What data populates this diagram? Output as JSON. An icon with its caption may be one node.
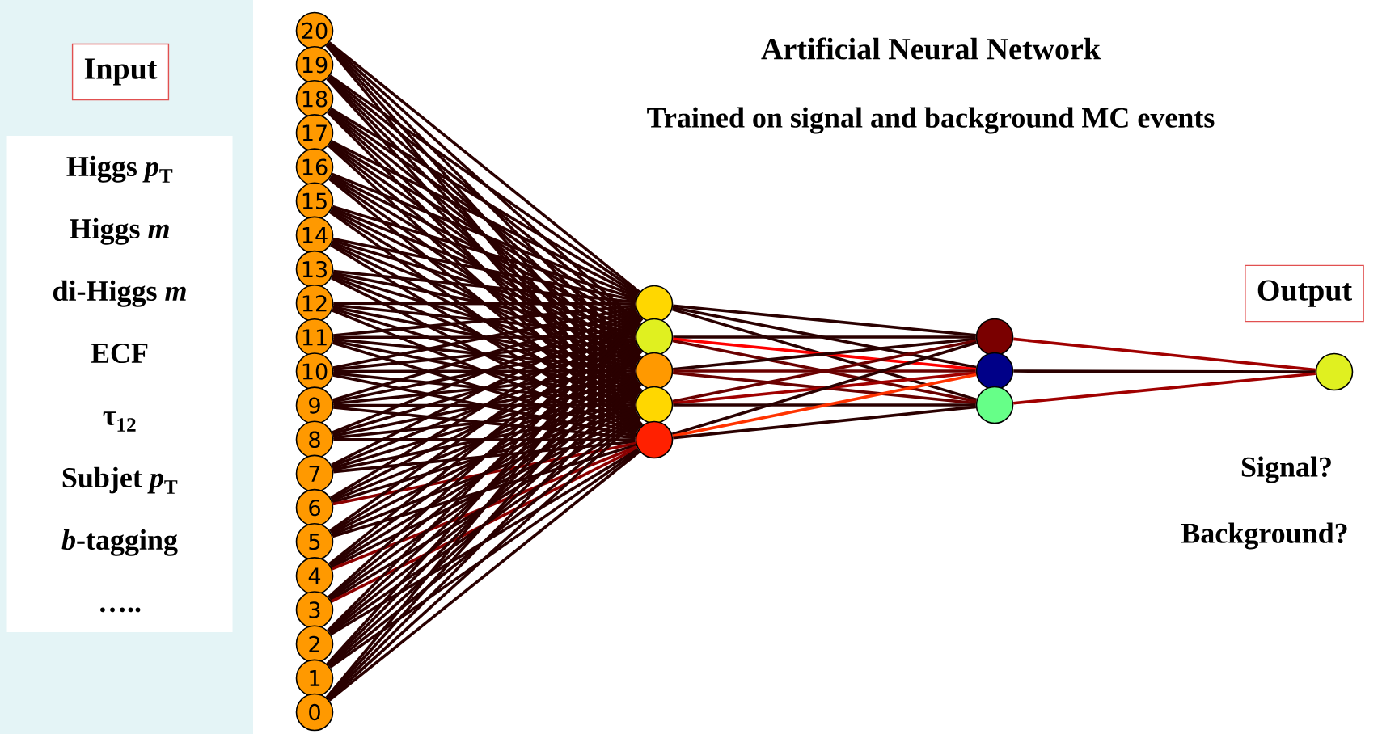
{
  "diagram": {
    "title": "Artificial Neural Network",
    "nodes": [
      {
        "text": [
          "Input"
        ]
      },
      {
        "text": [
          "Higgs *p*$_{T}$",
          "Higgs *m*",
          "di-Higgs *m*",
          "ECF",
          "τ$_{12}$",
          "Subjet *p*$_{T}$",
          "*b*-tagging",
          "….."
        ]
      },
      {
        "text": [
          "20"
        ]
      },
      {
        "text": [
          "19"
        ]
      },
      {
        "text": [
          "18"
        ]
      },
      {
        "text": [
          "17"
        ]
      },
      {
        "text": [
          "16"
        ]
      },
      {
        "text": [
          "15"
        ]
      },
      {
        "text": [
          "14"
        ]
      },
      {
        "text": [
          "13"
        ]
      },
      {
        "text": [
          "12"
        ]
      },
      {
        "text": [
          "11"
        ]
      },
      {
        "text": [
          "10"
        ]
      },
      {
        "text": [
          "9"
        ]
      },
      {
        "text": [
          "8"
        ]
      },
      {
        "text": [
          "7"
        ]
      },
      {
        "text": [
          "6"
        ]
      },
      {
        "text": [
          "5"
        ]
      },
      {
        "text": [
          "4"
        ]
      },
      {
        "text": [
          "3"
        ]
      },
      {
        "text": [
          "2"
        ]
      },
      {
        "text": [
          "1"
        ]
      },
      {
        "text": [
          "0"
        ]
      },
      {
        "text": [],
        "shape": "circle"
      },
      {
        "text": [],
        "shape": "circle"
      },
      {
        "text": [],
        "shape": "circle"
      },
      {
        "text": [],
        "shape": "circle"
      },
      {
        "text": [],
        "shape": "circle"
      },
      {
        "text": [],
        "shape": "circle"
      },
      {
        "text": [],
        "shape": "circle"
      },
      {
        "text": [],
        "shape": "circle"
      },
      {
        "text": [
          "Output"
        ]
      },
      {
        "text": [],
        "shape": "circle"
      }
    ],
    "edges": [
      {
        "from": 2,
        "to": 23,
        "arrow": "none"
      },
      {
        "from": 2,
        "to": 24,
        "arrow": "none"
      },
      {
        "from": 2,
        "to": 25,
        "arrow": "none"
      },
      {
        "from": 2,
        "to": 26,
        "arrow": "none"
      },
      {
        "from": 2,
        "to": 27,
        "arrow": "none"
      },
      {
        "from": 3,
        "to": 23,
        "arrow": "none"
      },
      {
        "from": 3,
        "to": 24,
        "arrow": "none"
      },
      {
        "from": 3,
        "to": 25,
        "arrow": "none"
      },
      {
        "from": 3,
        "to": 26,
        "arrow": "none"
      },
      {
        "from": 3,
        "to": 27,
        "arrow": "none"
      },
      {
        "from": 4,
        "to": 23,
        "arrow": "none"
      },
      {
        "from": 4,
        "to": 24,
        "arrow": "none"
      },
      {
        "from": 4,
        "to": 25,
        "arrow": "none"
      },
      {
        "from": 4,
        "to": 26,
        "arrow": "none"
      },
      {
        "from": 4,
        "to": 27,
        "arrow": "none"
      },
      {
        "from": 5,
        "to": 23,
        "arrow": "none"
      },
      {
        "from": 5,
        "to": 24,
        "arrow": "none"
      },
      {
        "from": 5,
        "to": 25,
        "arrow": "none"
      },
      {
        "from": 5,
        "to": 26,
        "arrow": "none"
      },
      {
        "from": 5,
        "to": 27,
        "arrow": "none"
      },
      {
        "from": 6,
        "to": 23,
        "arrow": "none"
      },
      {
        "from": 6,
        "to": 24,
        "arrow": "none"
      },
      {
        "from": 6,
        "to": 25,
        "arrow": "none"
      },
      {
        "from": 6,
        "to": 26,
        "arrow": "none"
      },
      {
        "from": 6,
        "to": 27,
        "arrow": "none"
      },
      {
        "from": 7,
        "to": 23,
        "arrow": "none"
      },
      {
        "from": 7,
        "to": 24,
        "arrow": "none"
      },
      {
        "from": 7,
        "to": 25,
        "arrow": "none"
      },
      {
        "from": 7,
        "to": 26,
        "arrow": "none"
      },
      {
        "from": 7,
        "to": 27,
        "arrow": "none"
      },
      {
        "from": 8,
        "to": 23,
        "arrow": "none"
      },
      {
        "from": 8,
        "to": 24,
        "arrow": "none"
      },
      {
        "from": 8,
        "to": 25,
        "arrow": "none"
      },
      {
        "from": 8,
        "to": 26,
        "arrow": "none"
      },
      {
        "from": 8,
        "to": 27,
        "arrow": "none"
      },
      {
        "from": 9,
        "to": 23,
        "arrow": "none"
      },
      {
        "from": 9,
        "to": 24,
        "arrow": "none"
      },
      {
        "from": 9,
        "to": 25,
        "arrow": "none"
      },
      {
        "from": 9,
        "to": 26,
        "arrow": "none"
      },
      {
        "from": 9,
        "to": 27,
        "arrow": "none"
      },
      {
        "from": 10,
        "to": 23,
        "arrow": "none"
      },
      {
        "from": 10,
        "to": 24,
        "arrow": "none"
      },
      {
        "from": 10,
        "to": 25,
        "arrow": "none"
      },
      {
        "from": 10,
        "to": 26,
        "arrow": "none"
      },
      {
        "from": 10,
        "to": 27,
        "arrow": "none"
      },
      {
        "from": 11,
        "to": 23,
        "arrow": "none"
      },
      {
        "from": 11,
        "to": 24,
        "arrow": "none"
      },
      {
        "from": 11,
        "to": 25,
        "arrow": "none"
      },
      {
        "from": 11,
        "to": 26,
        "arrow": "none"
      },
      {
        "from": 11,
        "to": 27,
        "arrow": "none"
      },
      {
        "from": 12,
        "to": 23,
        "arrow": "none"
      },
      {
        "from": 12,
        "to": 24,
        "arrow": "none"
      },
      {
        "from": 12,
        "to": 25,
        "arrow": "none"
      },
      {
        "from": 12,
        "to": 26,
        "arrow": "none"
      },
      {
        "from": 12,
        "to": 27,
        "arrow": "none"
      },
      {
        "from": 13,
        "to": 23,
        "arrow": "none"
      },
      {
        "from": 13,
        "to": 24,
        "arrow": "none"
      },
      {
        "from": 13,
        "to": 25,
        "arrow": "none"
      },
      {
        "from": 13,
        "to": 26,
        "arrow": "none"
      },
      {
        "from": 13,
        "to": 27,
        "arrow": "none"
      },
      {
        "from": 14,
        "to": 23,
        "arrow": "none"
      },
      {
        "from": 14,
        "to": 24,
        "arrow": "none"
      },
      {
        "from": 14,
        "to": 25,
        "arrow": "none"
      },
      {
        "from": 14,
        "to": 26,
        "arrow": "none"
      },
      {
        "from": 14,
        "to": 27,
        "arrow": "none"
      },
      {
        "from": 15,
        "to": 23,
        "arrow": "none"
      },
      {
        "from": 15,
        "to": 24,
        "arrow": "none"
      },
      {
        "from": 15,
        "to": 25,
        "arrow": "none"
      },
      {
        "from": 15,
        "to": 26,
        "arrow": "none"
      },
      {
        "from": 15,
        "to": 27,
        "arrow": "none"
      },
      {
        "from": 16,
        "to": 23,
        "arrow": "none"
      },
      {
        "from": 16,
        "to": 24,
        "arrow": "none"
      },
      {
        "from": 16,
        "to": 25,
        "arrow": "none"
      },
      {
        "from": 16,
        "to": 26,
        "arrow": "none"
      },
      {
        "from": 16,
        "to": 27,
        "arrow": "none",
        "color": "#8b0000"
      },
      {
        "from": 17,
        "to": 23,
        "arrow": "none"
      },
      {
        "from": 17,
        "to": 24,
        "arrow": "none"
      },
      {
        "from": 17,
        "to": 25,
        "arrow": "none"
      },
      {
        "from": 17,
        "to": 26,
        "arrow": "none"
      },
      {
        "from": 17,
        "to": 27,
        "arrow": "none"
      },
      {
        "from": 18,
        "to": 23,
        "arrow": "none"
      },
      {
        "from": 18,
        "to": 24,
        "arrow": "none"
      },
      {
        "from": 18,
        "to": 25,
        "arrow": "none"
      },
      {
        "from": 18,
        "to": 26,
        "arrow": "none"
      },
      {
        "from": 18,
        "to": 27,
        "arrow": "none",
        "color": "#8b0000"
      },
      {
        "from": 19,
        "to": 23,
        "arrow": "none"
      },
      {
        "from": 19,
        "to": 24,
        "arrow": "none"
      },
      {
        "from": 19,
        "to": 25,
        "arrow": "none"
      },
      {
        "from": 19,
        "to": 26,
        "arrow": "none"
      },
      {
        "from": 19,
        "to": 27,
        "arrow": "none",
        "color": "#8b0000"
      },
      {
        "from": 20,
        "to": 23,
        "arrow": "none"
      },
      {
        "from": 20,
        "to": 24,
        "arrow": "none"
      },
      {
        "from": 20,
        "to": 25,
        "arrow": "none"
      },
      {
        "from": 20,
        "to": 26,
        "arrow": "none"
      },
      {
        "from": 20,
        "to": 27,
        "arrow": "none"
      },
      {
        "from": 21,
        "to": 23,
        "arrow": "none"
      },
      {
        "from": 21,
        "to": 24,
        "arrow": "none"
      },
      {
        "from": 21,
        "to": 25,
        "arrow": "none"
      },
      {
        "from": 21,
        "to": 26,
        "arrow": "none"
      },
      {
        "from": 21,
        "to": 27,
        "arrow": "none"
      },
      {
        "from": 22,
        "to": 23,
        "arrow": "none"
      },
      {
        "from": 22,
        "to": 24,
        "arrow": "none"
      },
      {
        "from": 22,
        "to": 25,
        "arrow": "none"
      },
      {
        "from": 22,
        "to": 26,
        "arrow": "none"
      },
      {
        "from": 22,
        "to": 27,
        "arrow": "none"
      },
      {
        "from": 23,
        "to": 28,
        "arrow": "none"
      },
      {
        "from": 23,
        "to": 29,
        "arrow": "none"
      },
      {
        "from": 23,
        "to": 30,
        "arrow": "none"
      },
      {
        "from": 24,
        "to": 28,
        "arrow": "none"
      },
      {
        "from": 24,
        "to": 29,
        "arrow": "none",
        "color": "#ff0000"
      },
      {
        "from": 24,
        "to": 30,
        "arrow": "none",
        "color": "#6a0000"
      },
      {
        "from": 25,
        "to": 28,
        "arrow": "none"
      },
      {
        "from": 25,
        "to": 29,
        "arrow": "none",
        "color": "#6a0000"
      },
      {
        "from": 25,
        "to": 30,
        "arrow": "none",
        "color": "#6a0000"
      },
      {
        "from": 26,
        "to": 28,
        "arrow": "none",
        "color": "#6a0000"
      },
      {
        "from": 26,
        "to": 29,
        "arrow": "none",
        "color": "#a00000"
      },
      {
        "from": 26,
        "to": 30,
        "arrow": "none"
      },
      {
        "from": 27,
        "to": 28,
        "arrow": "none"
      },
      {
        "from": 27,
        "to": 29,
        "arrow": "none",
        "color": "#ff3300"
      },
      {
        "from": 27,
        "to": 30,
        "arrow": "none"
      },
      {
        "from": 28,
        "to": 32,
        "arrow": "none",
        "color": "#a00000"
      },
      {
        "from": 29,
        "to": 32,
        "arrow": "none"
      },
      {
        "from": 30,
        "to": 32,
        "arrow": "none",
        "color": "#a00000"
      }
    ],
    "labels": [
      "Trained on signal and background MC events",
      "Signal?",
      "Background?"
    ]
  }
}
